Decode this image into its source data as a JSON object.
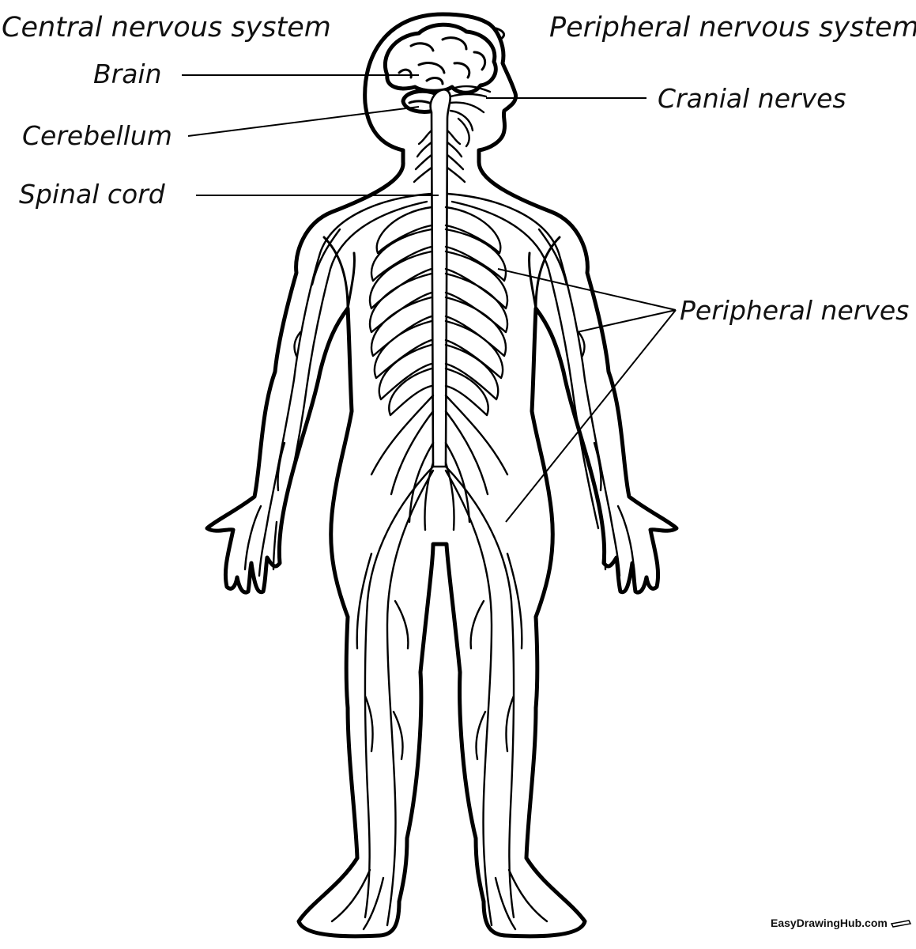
{
  "headings": {
    "central": "Central nervous system",
    "peripheral": "Peripheral nervous system"
  },
  "labels": {
    "brain": "Brain",
    "cerebellum": "Cerebellum",
    "spinal_cord": "Spinal cord",
    "cranial_nerves": "Cranial nerves",
    "peripheral_nerves": "Peripheral nerves"
  },
  "watermark": "EasyDrawingHub.com",
  "colors": {
    "ink": "#000000",
    "background": "#ffffff"
  }
}
